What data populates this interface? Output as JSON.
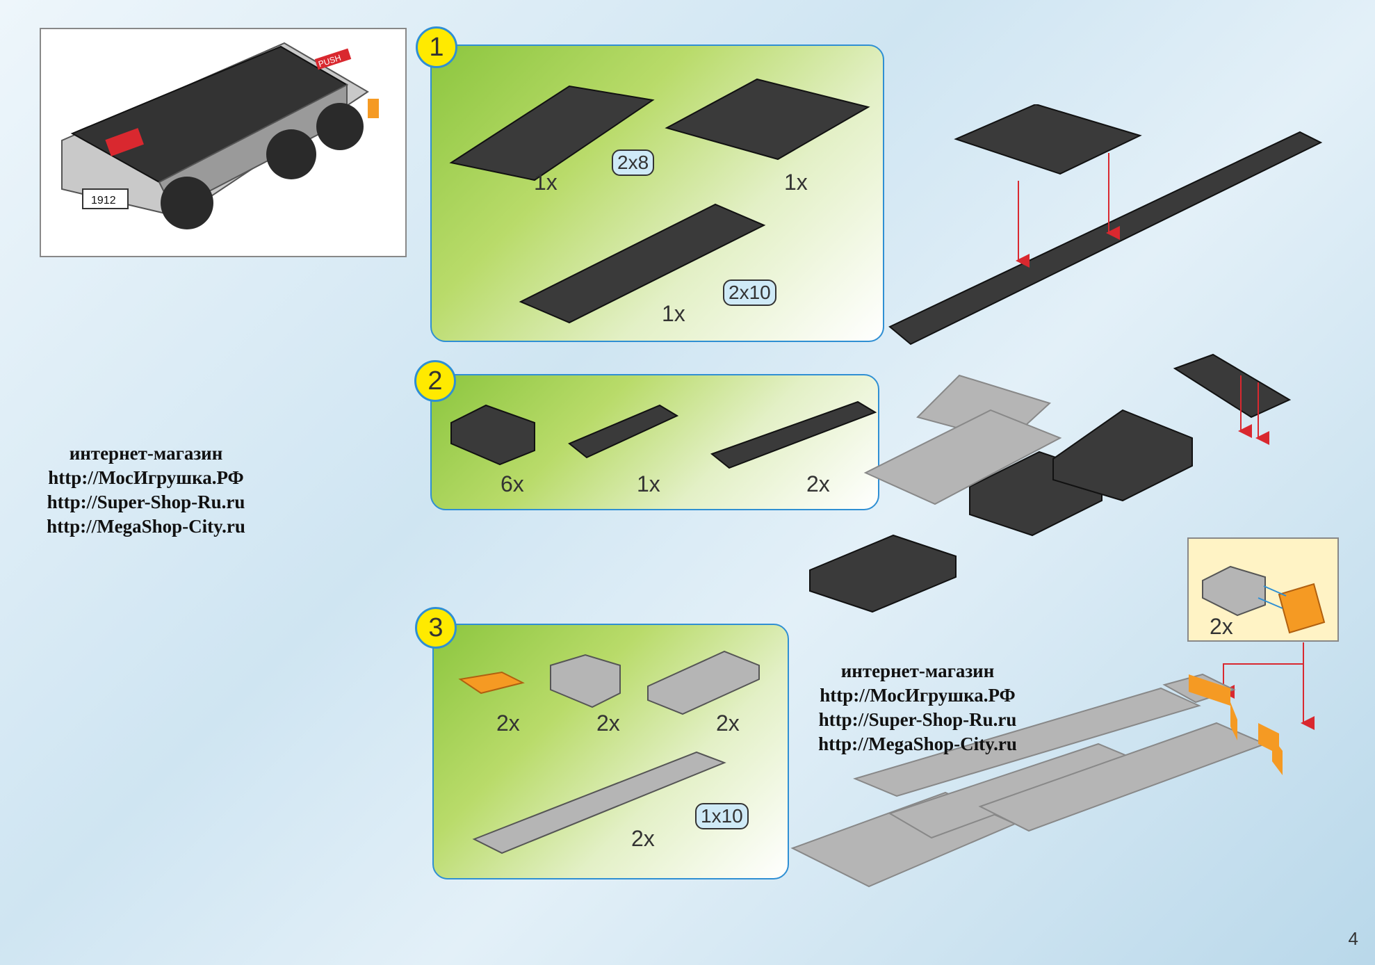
{
  "thumbnail": {
    "label_push": "PUSH",
    "label_plate": "1912"
  },
  "steps": [
    {
      "number": "1",
      "tags": [
        "2x8",
        "2x10"
      ],
      "quantities": [
        "1x",
        "1x",
        "1x"
      ]
    },
    {
      "number": "2",
      "quantities": [
        "6x",
        "1x",
        "2x"
      ]
    },
    {
      "number": "3",
      "tags": [
        "1x10"
      ],
      "quantities": [
        "2x",
        "2x",
        "2x",
        "2x"
      ]
    }
  ],
  "inset": {
    "quantity": "2x"
  },
  "shop_left": [
    "интернет-магазин",
    "http://МосИгрушка.РФ",
    "http://Super-Shop-Ru.ru",
    "http://MegaShop-City.ru"
  ],
  "shop_right": [
    "интернет-магазин",
    "http://МосИгрушка.РФ",
    "http://Super-Shop-Ru.ru",
    "http://MegaShop-City.ru"
  ],
  "page_number": "4",
  "colors": {
    "panel_border": "#2f8fd3",
    "badge": "#ffea00",
    "brick_dark": "#3a3a3a",
    "brick_light": "#b5b5b5",
    "brick_orange": "#f59a23",
    "arrow": "#d9282f"
  }
}
